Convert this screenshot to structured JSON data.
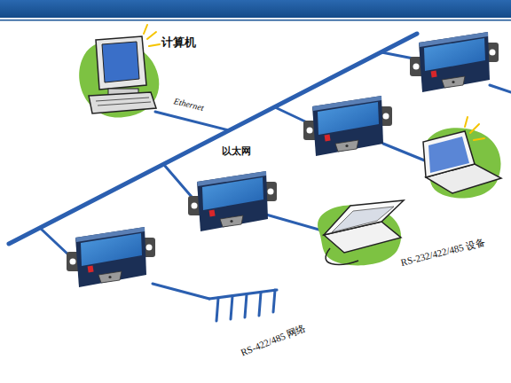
{
  "diagram": {
    "labels": [
      "计算机",
      "Ethernet",
      "以太网",
      "RS-232/422/485 设备",
      "RS-422/485 网络"
    ]
  }
}
